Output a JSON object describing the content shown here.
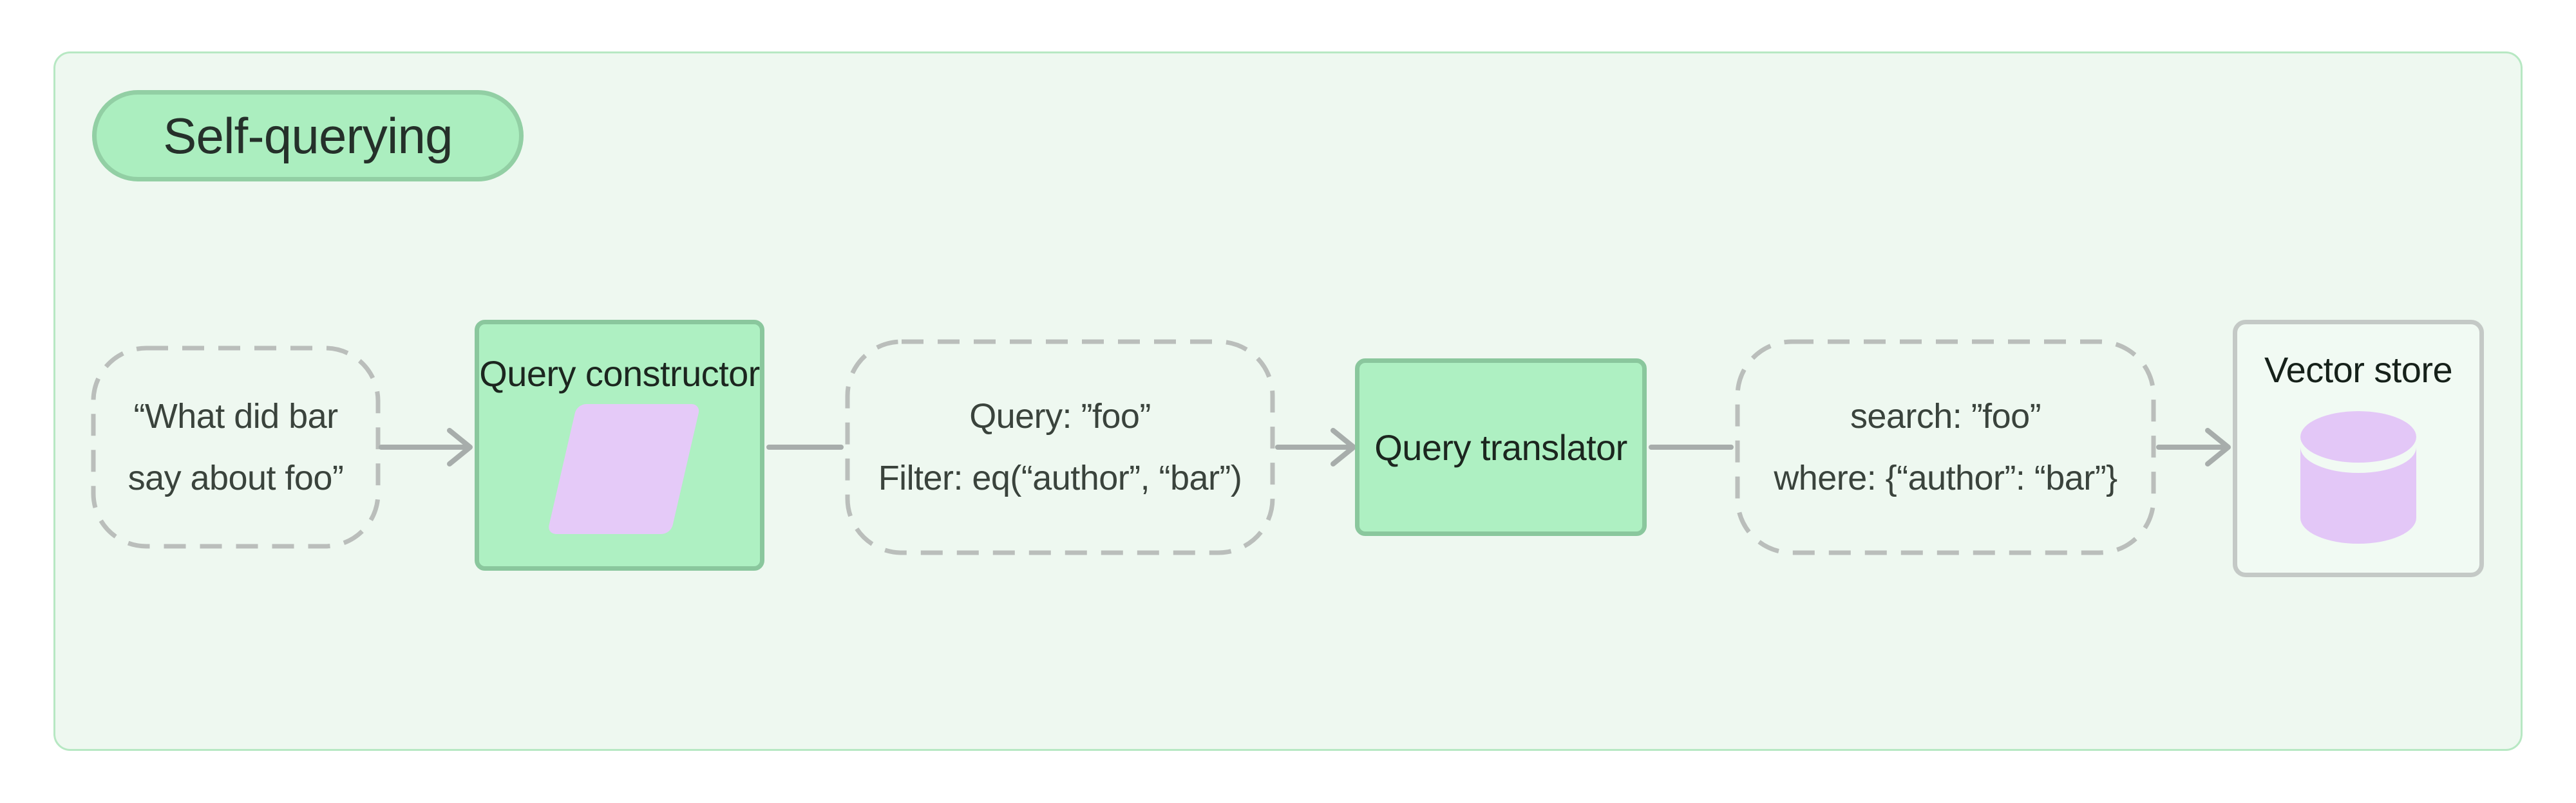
{
  "badge": {
    "label": "Self-querying"
  },
  "nodes": {
    "user_query": {
      "line1": "“What did bar",
      "line2": "say about foo”"
    },
    "query_constructor": {
      "label": "Query constructor",
      "icon": "parallelogram-icon"
    },
    "constructed_query": {
      "line1": "Query: ”foo”",
      "line2": "Filter: eq(“author”, “bar”)"
    },
    "query_translator": {
      "label": "Query translator"
    },
    "translated_query": {
      "line1": "search: ”foo”",
      "line2": "where: {“author”: “bar”}"
    },
    "vector_store": {
      "label": "Vector store",
      "icon": "database-cylinder-icon"
    }
  },
  "colors": {
    "page_background": "#ffffff",
    "panel_background": "#eef8f0",
    "panel_border": "#b7e8c3",
    "badge_fill": "#abeebf",
    "badge_border": "#92cfa4",
    "box_fill": "#aef0c2",
    "box_border": "#8ac79d",
    "parallelogram_fill": "#e5caf8",
    "cylinder_fill": "#e3c7f7",
    "dashed_border": "#babebb",
    "connector": "#a7adab",
    "vector_store_border": "#c4c9c6",
    "label_text": "#1c261f",
    "node_text": "#3a433c"
  }
}
